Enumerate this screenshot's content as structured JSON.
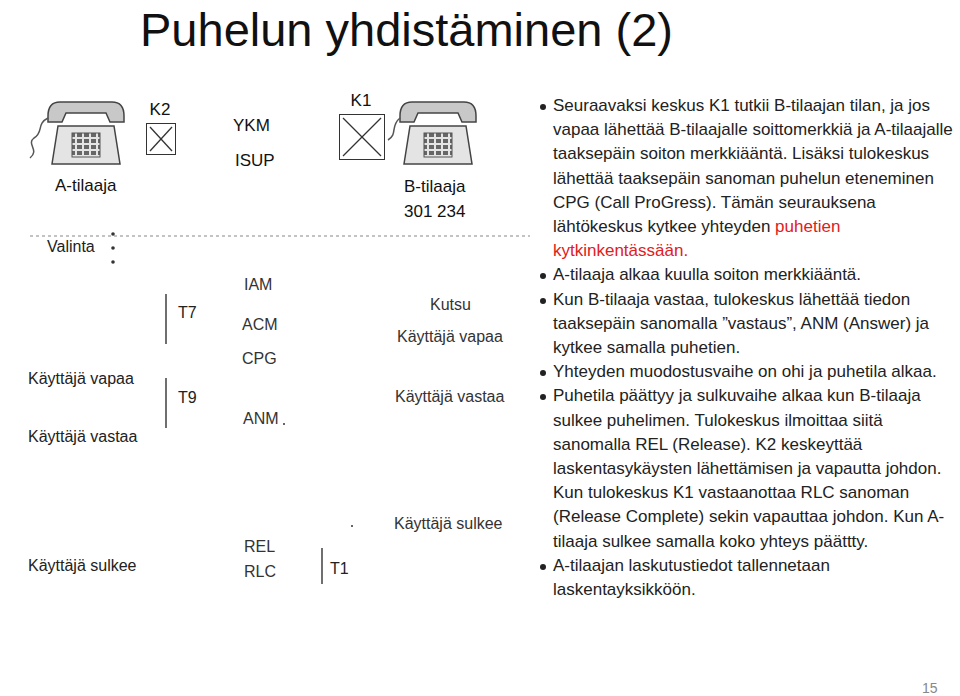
{
  "diagram": {
    "title": "Puhelun yhdistäminen (2)",
    "nodes": [
      {
        "text": [
          "K2"
        ]
      },
      {
        "text": [
          "K1"
        ]
      }
    ],
    "labels": [
      "A-tilaaja",
      "YKM",
      "ISUP",
      "B-tilaaja",
      "301 234",
      "Valinta",
      "IAM",
      "Kutsu",
      "T7",
      "ACM",
      "Käyttäjä vapaa",
      "Käyttäjä vapaa",
      "CPG",
      "T9",
      "Käyttäjä vastaa",
      "Käyttäjä vastaa",
      "ANM",
      "Käyttäjä sulkee",
      "REL",
      "Käyttäjä sulkee",
      "RLC",
      "T1",
      "Seuraavaksi keskus K1 tutkii B-tilaajan tilan, ja jos vapaa lähettää B-tilaajalle soittomerkkiä ja A-tilaajalle taaksepäin soiton merkkiääntä. Lisäksi tulokeskus lähettää taaksepäin sanoman puhelun eteneminen CPG (Call ProGress). Tämän seurauksena lähtökeskus kytkee yhteyden",
      "puhetien kytkinkentässään.",
      "A-tilaaja alkaa kuulla soiton merkkiääntä.",
      "Kun B-tilaaja vastaa, tulokeskus lähettää tiedon taaksepäin sanomalla ”vastaus”, ANM (Answer) ja kytkee samalla puhetien.",
      "Yhteyden muodostusvaihe on ohi ja puhetila alkaa.",
      "Puhetila päättyy ja sulkuvaihe alkaa kun B-tilaaja sulkee puhelimen. Tulokeskus ilmoittaa siitä sanomalla REL (Release). K2 keskeyttää laskentasykäysten lähettämisen ja vapautta johdon. Kun tulokeskus K1 vastaanottaa RLC sanoman (Release Complete) sekin vapauttaa johdon. Kun A-tilaaja sulkee samalla koko yhteys päättty.",
      "A-tilaajan laskutustiedot tallennetaan laskentayksikköön.",
      "15"
    ]
  }
}
